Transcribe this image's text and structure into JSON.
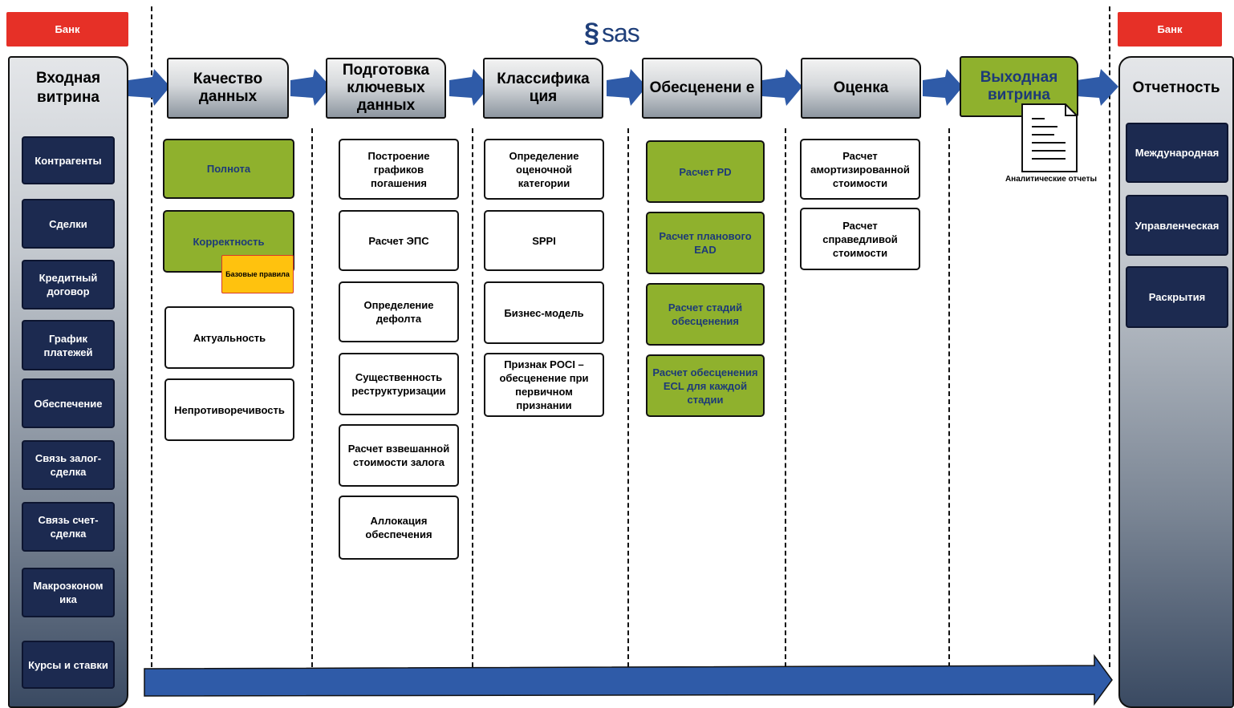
{
  "bank_left": "Банк",
  "bank_right": "Банк",
  "logo": "sas",
  "left_panel": {
    "title": "Входная витрина",
    "items": [
      "Контрагенты",
      "Сделки",
      "Кредитный договор",
      "График платежей",
      "Обеспечение",
      "Связь залог-сделка",
      "Связь счет-сделка",
      "Макроэконом ика",
      "Курсы и ставки"
    ]
  },
  "stages": [
    {
      "title": "Качество данных"
    },
    {
      "title": "Подготовка ключевых данных"
    },
    {
      "title": "Классифика ция"
    },
    {
      "title": "Обесценени е"
    },
    {
      "title": "Оценка"
    },
    {
      "title": "Выходная витрина"
    }
  ],
  "right_panel": {
    "title": "Отчетность",
    "items": [
      "Международная",
      "Управленческая",
      "Раскрытия"
    ]
  },
  "quality": [
    "Полнота",
    "Корректность",
    "Актуальность",
    "Непротиворечивость"
  ],
  "quality_note": "Базовые правила",
  "preparation": [
    "Построение графиков погашения",
    "Расчет ЭПС",
    "Определение дефолта",
    "Существенность реструктуризации",
    "Расчет взвешанной стоимости залога",
    "Аллокация обеспечения"
  ],
  "classification": [
    "Определение оценочной категории",
    "SPPI",
    "Бизнес-модель",
    "Признак POCI – обесценение при первичном признании"
  ],
  "impairment": [
    "Расчет PD",
    "Расчет планового EAD",
    "Расчет стадий обесценения",
    "Расчет обесценения ECL для каждой стадии"
  ],
  "valuation": [
    "Расчет амортизированной стоимости",
    "Расчет справедливой стоимости"
  ],
  "output_doc_label": "Аналитические отчеты",
  "colors": {
    "bank": "#e63027",
    "navy": "#1c2a50",
    "green": "#8fb12d",
    "arrow": "#2f5ba8",
    "note": "#ffc20e"
  }
}
